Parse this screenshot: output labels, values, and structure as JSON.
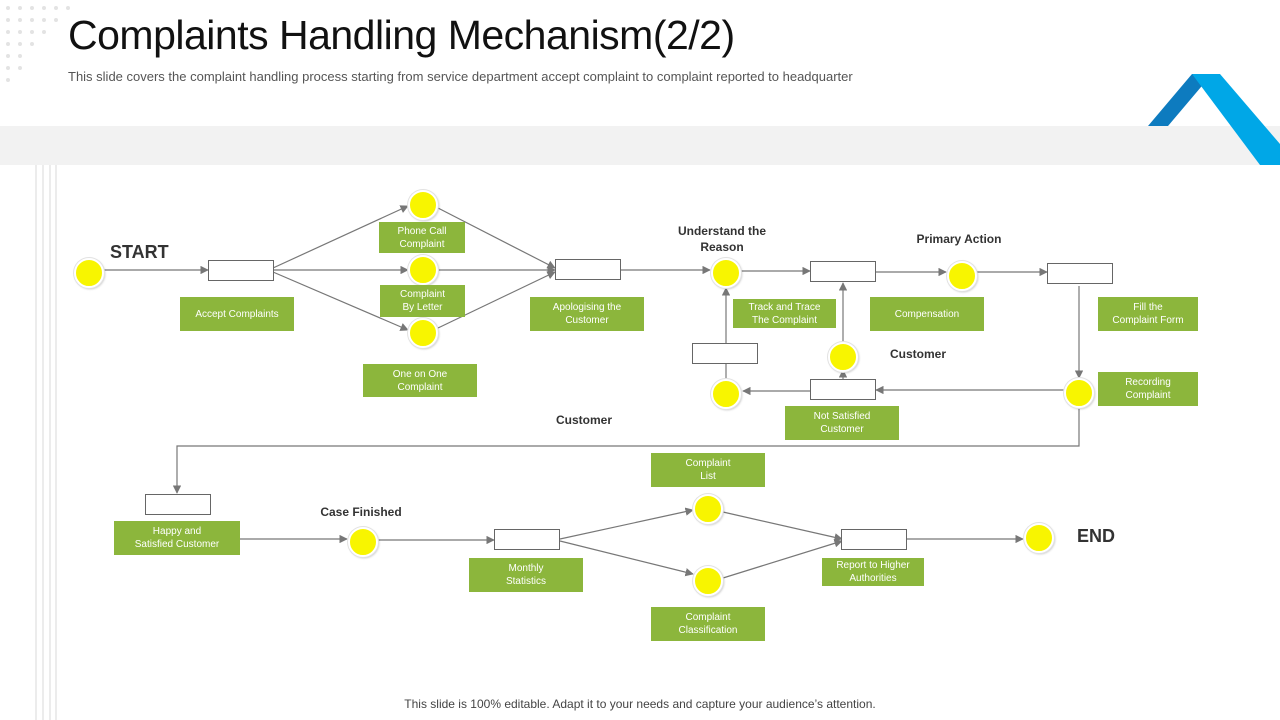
{
  "header": {
    "title": "Complaints Handling Mechanism(2/2)",
    "subtitle": "This slide covers the complaint handling process starting from service department accept complaint to complaint reported to headquarter"
  },
  "footer": "This slide is 100% editable. Adapt it to your needs and capture your audience’s attention.",
  "labels": {
    "start": "START",
    "end": "END",
    "understand_reason": "Understand the\nReason",
    "primary_action": "Primary  Action",
    "customer_right": "Customer",
    "customer_center": "Customer",
    "case_finished": "Case Finished"
  },
  "boxes": {
    "phone_call": "Phone Call\nComplaint",
    "by_letter": "Complaint\nBy Letter",
    "one_on_one": "One on One\nComplaint",
    "accept": "Accept Complaints",
    "apologising": "Apologising the\nCustomer",
    "track_trace": "Track and Trace\nThe Complaint",
    "compensation": "Compensation",
    "fill_form": "Fill the\nComplaint Form",
    "recording": "Recording\nComplaint",
    "not_satisfied": "Not Satisfied\nCustomer",
    "happy": "Happy and\nSatisfied Customer",
    "monthly": "Monthly\nStatistics",
    "complaint_list": "Complaint\nList",
    "classification": "Complaint\nClassification",
    "report": "Report to Higher\nAuthorities"
  },
  "colors": {
    "green_box": "#8cb63c",
    "node_yellow": "#f8f500",
    "accent_blue": "#00a7e7",
    "accent_dark_blue": "#0d7bbf"
  }
}
